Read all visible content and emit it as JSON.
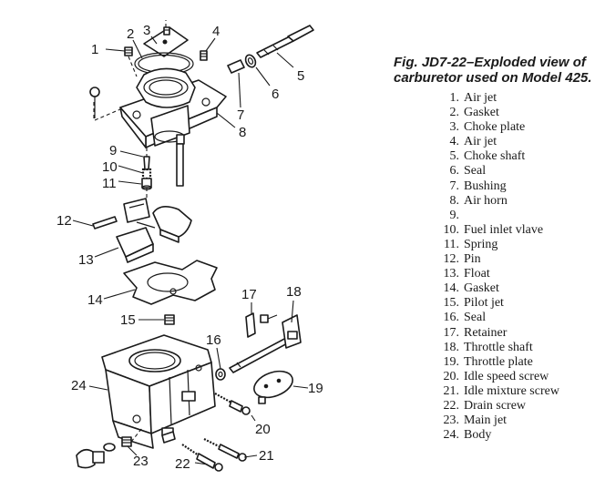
{
  "figure": {
    "caption_line1": "Fig. JD7-22–Exploded view of",
    "caption_line2": "carburetor used on Model 425."
  },
  "parts": [
    {
      "num": "1.",
      "name": "Air jet"
    },
    {
      "num": "2.",
      "name": "Gasket"
    },
    {
      "num": "3.",
      "name": "Choke plate"
    },
    {
      "num": "4.",
      "name": "Air jet"
    },
    {
      "num": "5.",
      "name": "Choke shaft"
    },
    {
      "num": "6.",
      "name": "Seal"
    },
    {
      "num": "7.",
      "name": "Bushing"
    },
    {
      "num": "8.",
      "name": "Air horn"
    },
    {
      "num": "9.",
      "name": ""
    },
    {
      "num": "10.",
      "name": "Fuel inlet vlave"
    },
    {
      "num": "11.",
      "name": "Spring"
    },
    {
      "num": "12.",
      "name": "Pin"
    },
    {
      "num": "13.",
      "name": "Float"
    },
    {
      "num": "14.",
      "name": "Gasket"
    },
    {
      "num": "15.",
      "name": "Pilot jet"
    },
    {
      "num": "16.",
      "name": "Seal"
    },
    {
      "num": "17.",
      "name": "Retainer"
    },
    {
      "num": "18.",
      "name": "Throttle shaft"
    },
    {
      "num": "19.",
      "name": "Throttle plate"
    },
    {
      "num": "20.",
      "name": "Idle speed screw"
    },
    {
      "num": "21.",
      "name": "Idle mixture screw"
    },
    {
      "num": "22.",
      "name": "Drain screw"
    },
    {
      "num": "23.",
      "name": "Main jet"
    },
    {
      "num": "24.",
      "name": "Body"
    }
  ],
  "callouts": [
    "1",
    "2",
    "3",
    "4",
    "5",
    "6",
    "7",
    "8",
    "9",
    "10",
    "11",
    "12",
    "13",
    "14",
    "15",
    "16",
    "17",
    "18",
    "19",
    "20",
    "21",
    "22",
    "23",
    "24"
  ]
}
